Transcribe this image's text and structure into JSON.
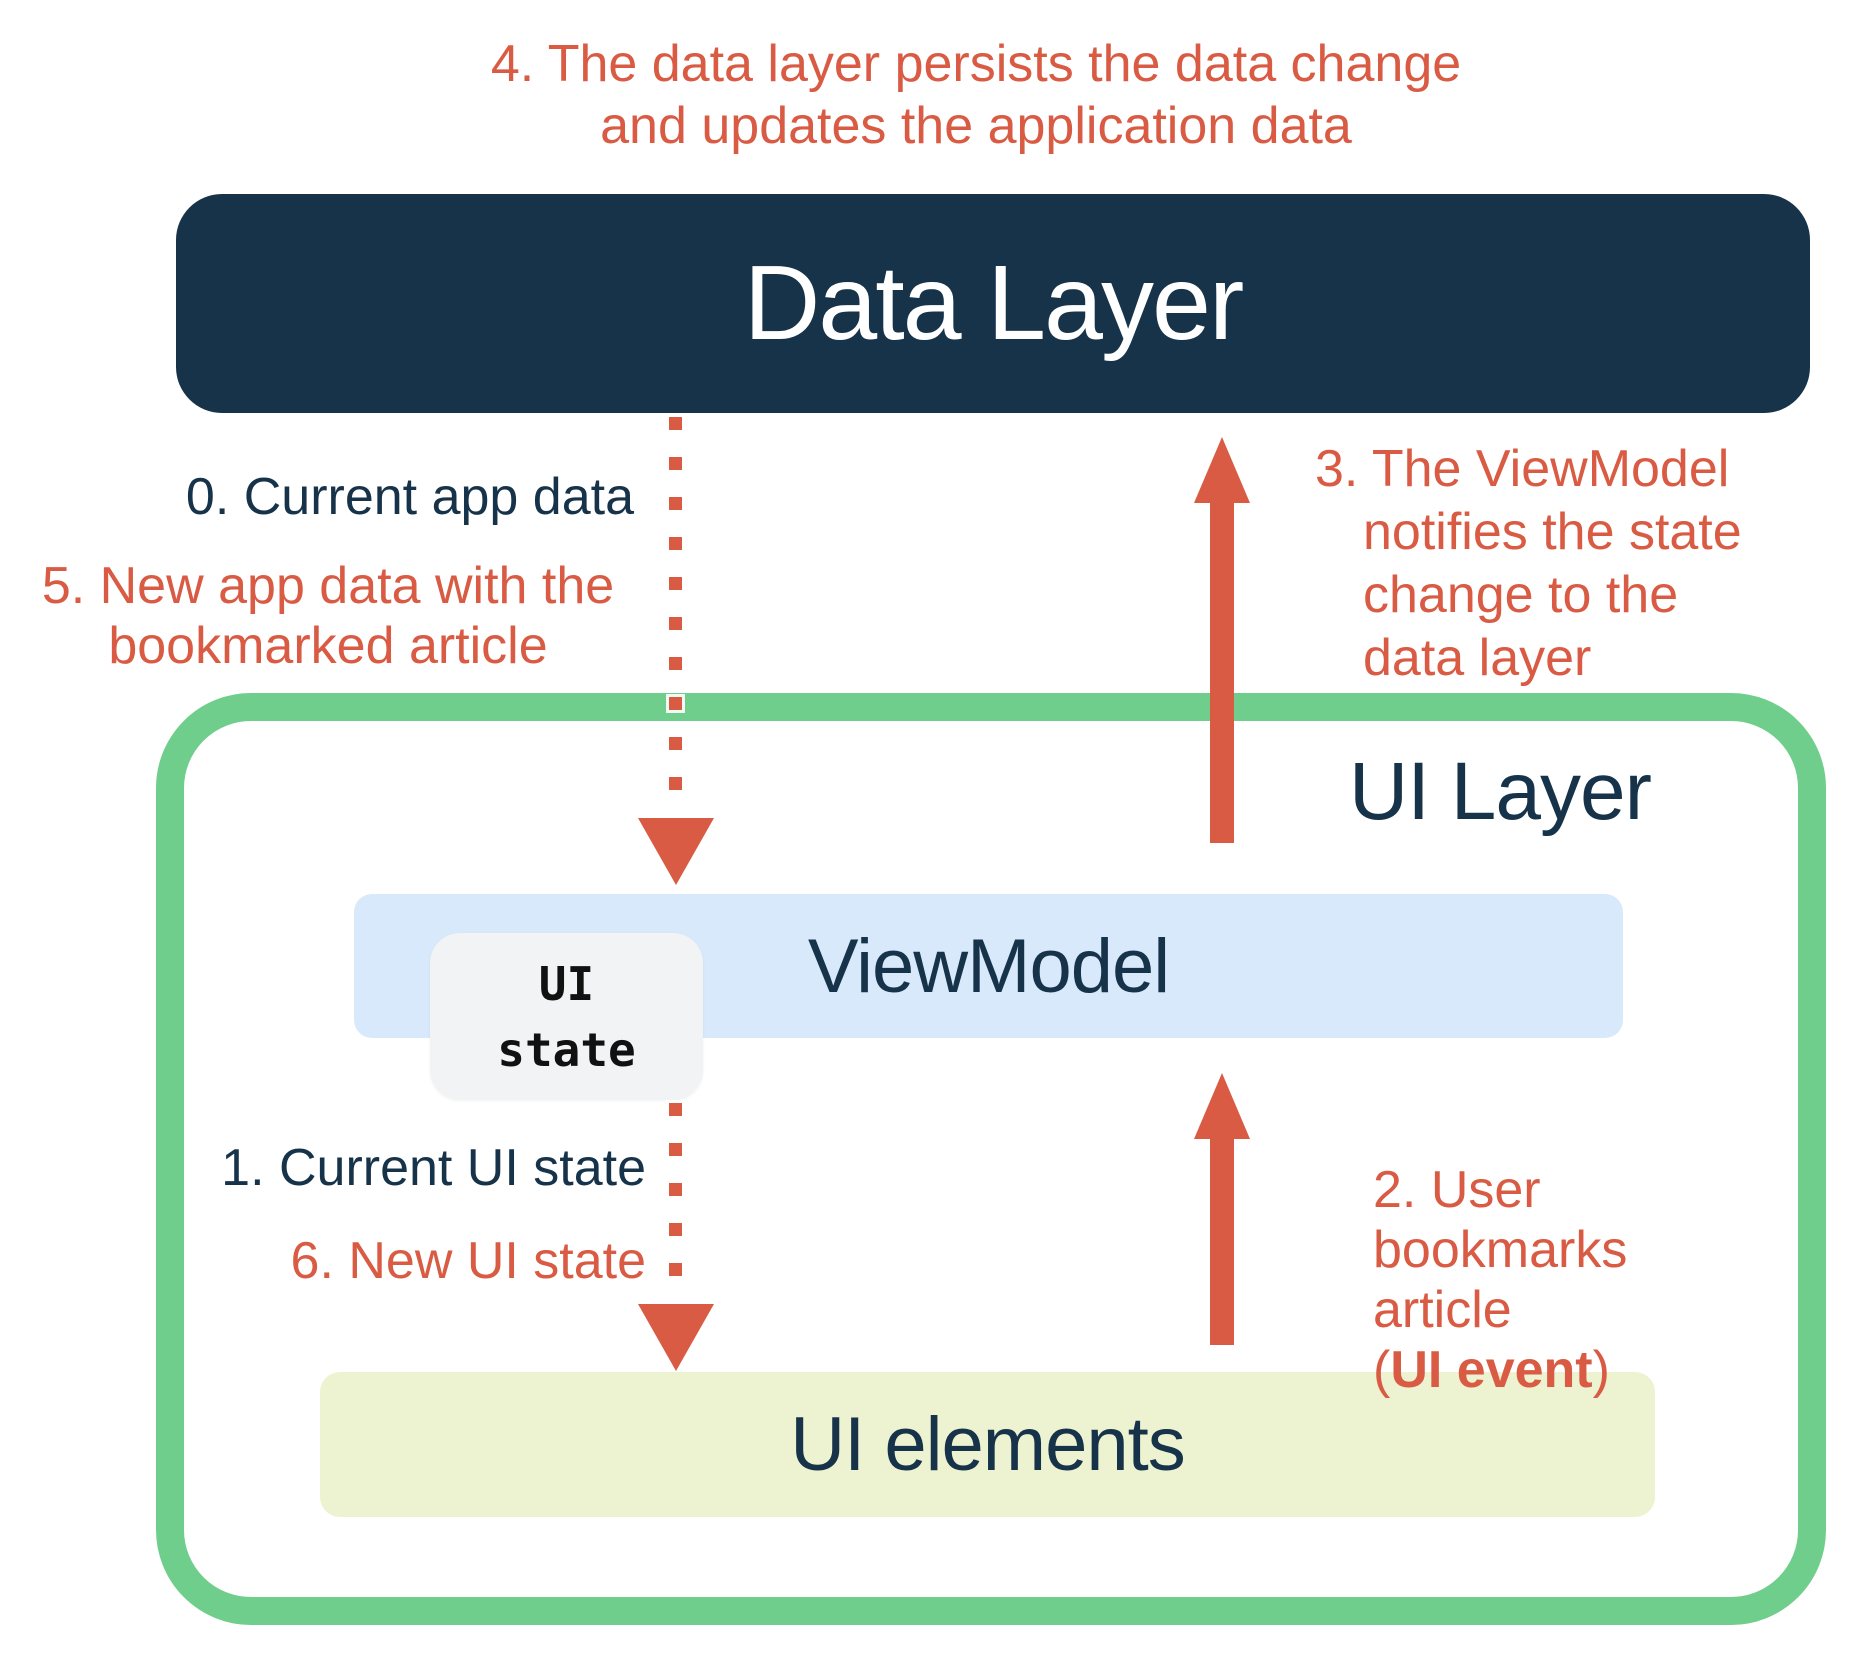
{
  "diagram": {
    "title_context": "UI state production cycle between Data Layer and UI Layer",
    "colors": {
      "navy": "#17334a",
      "red": "#d95b43",
      "green": "#6fce8c",
      "light_blue": "#d8e9fb",
      "chip_grey": "#f1f3f4",
      "pale_yellow": "#edf2d1",
      "white": "#ffffff"
    },
    "boxes": {
      "data_layer": "Data Layer",
      "ui_layer": "UI Layer",
      "viewmodel": "ViewModel",
      "ui_state_chip": "UI\nstate",
      "ui_elements": "UI elements"
    },
    "annotations": {
      "step4": "4. The data layer persists the data change\nand updates the application data",
      "step0": "0. Current app data",
      "step5": "5. New app data with the\nbookmarked article",
      "step3": "3. The ViewModel\nnotifies the state\nchange to the\ndata layer",
      "step1": "1. Current UI state",
      "step6": "6. New UI state",
      "step2_lines": "2. User\nbookmarks\narticle",
      "step2_event_open": "(",
      "step2_event_bold": "UI event",
      "step2_event_close": ")"
    }
  }
}
